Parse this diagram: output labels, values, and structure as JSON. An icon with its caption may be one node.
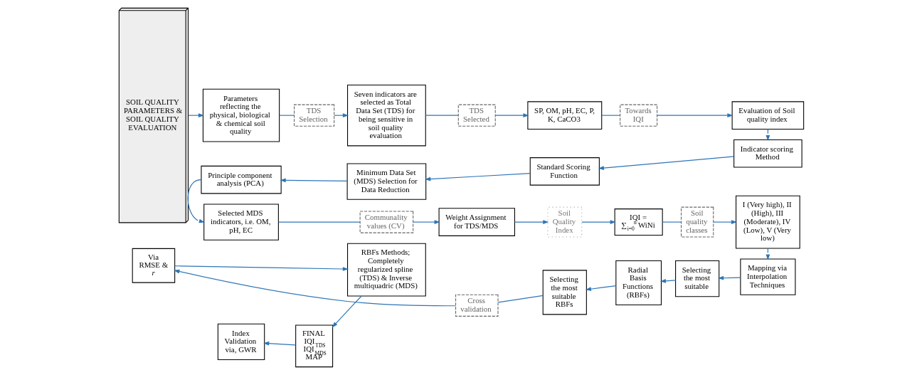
{
  "diagram": {
    "nodes": [
      {
        "text": [
          "SOIL QUALITY PARAMETERS & SOIL QUALITY EVALUATION"
        ]
      },
      {
        "text": [
          "Parameters reflecting the physical, biological & chemical soil quality"
        ]
      },
      {
        "text": [
          "TDS Selection"
        ]
      },
      {
        "text": [
          "Seven indicators are selected as Total Data Set (TDS) for being sensitive in soil quality evaluation"
        ]
      },
      {
        "text": [
          "TDS Selected"
        ]
      },
      {
        "text": [
          "SP, OM, pH, EC, P, K, CaCO3"
        ]
      },
      {
        "text": [
          "Towards IQI"
        ]
      },
      {
        "text": [
          "Evaluation of Soil quality index"
        ]
      },
      {
        "text": [
          "Principle component analysis (PCA)"
        ]
      },
      {
        "text": [
          "Minimum Data Set (MDS) Selection for Data Reduction"
        ]
      },
      {
        "text": [
          "Standard Scoring Function"
        ]
      },
      {
        "text": [
          "Indicator scoring Method"
        ]
      },
      {
        "text": [
          "Selected MDS indicators, i.e. OM, pH, EC"
        ]
      },
      {
        "text": [
          "Communality values (CV)"
        ]
      },
      {
        "text": [
          "Weight Assignment for TDS/MDS"
        ]
      },
      {
        "text": [
          "Soil Quality Index"
        ]
      },
      {
        "text": [
          "IQI = ∑$_{i=0}$$^{n}$ WiNi"
        ]
      },
      {
        "text": [
          "Soil quality classes"
        ]
      },
      {
        "text": [
          "I (Very high), II (High), III (Moderate), IV (Low), V (Very low)"
        ]
      },
      {
        "text": [
          "Index Validation via, GWR"
        ]
      },
      {
        "text": [
          "FINAL IQI$_{TDS}$ IQI$_{MDS}$ MAP"
        ]
      },
      {
        "text": [
          "RBFs Methods; Completely regularized spline (TDS) & Inverse multiquadric (MDS)"
        ]
      },
      {
        "text": [
          "Via RMSE & *r*"
        ]
      },
      {
        "text": [
          "Cross validation"
        ]
      },
      {
        "text": [
          "Selecting the most suitable RBFs"
        ]
      },
      {
        "text": [
          "Radial Basis Functions (RBFs)"
        ]
      },
      {
        "text": [
          "Selecting the most suitable"
        ]
      },
      {
        "text": [
          "Mapping via Interpolation Techniques"
        ]
      }
    ],
    "edges": [
      {
        "from": 0,
        "to": 1,
        "arrow": "to"
      },
      {
        "from": 1,
        "to": 2,
        "arrow": "none"
      },
      {
        "from": 2,
        "to": 3,
        "arrow": "to"
      },
      {
        "from": 3,
        "to": 4,
        "arrow": "none"
      },
      {
        "from": 4,
        "to": 5,
        "arrow": "to"
      },
      {
        "from": 5,
        "to": 6,
        "arrow": "none"
      },
      {
        "from": 6,
        "to": 7,
        "arrow": "to"
      },
      {
        "from": 7,
        "to": 11,
        "arrow": "to"
      },
      {
        "from": 11,
        "to": 10,
        "arrow": "to"
      },
      {
        "from": 10,
        "to": 9,
        "arrow": "to"
      },
      {
        "from": 9,
        "to": 8,
        "arrow": "to"
      },
      {
        "from": 8,
        "to": 12,
        "arrow": "to"
      },
      {
        "from": 12,
        "to": 13,
        "arrow": "none"
      },
      {
        "from": 13,
        "to": 14,
        "arrow": "to"
      },
      {
        "from": 14,
        "to": 15,
        "arrow": "to"
      },
      {
        "from": 15,
        "to": 16,
        "arrow": "to"
      },
      {
        "from": 16,
        "to": 17,
        "arrow": "none"
      },
      {
        "from": 17,
        "to": 18,
        "arrow": "to"
      },
      {
        "from": 18,
        "to": 27,
        "arrow": "to"
      },
      {
        "from": 27,
        "to": 26,
        "arrow": "to"
      },
      {
        "from": 26,
        "to": 25,
        "arrow": "to"
      },
      {
        "from": 25,
        "to": 24,
        "arrow": "to"
      },
      {
        "from": 24,
        "to": 23,
        "arrow": "none"
      },
      {
        "from": 23,
        "to": 22,
        "arrow": "to"
      },
      {
        "from": 22,
        "to": 21,
        "arrow": "to"
      },
      {
        "from": 21,
        "to": 20,
        "arrow": "to"
      },
      {
        "from": 20,
        "to": 19,
        "arrow": "to"
      }
    ]
  }
}
